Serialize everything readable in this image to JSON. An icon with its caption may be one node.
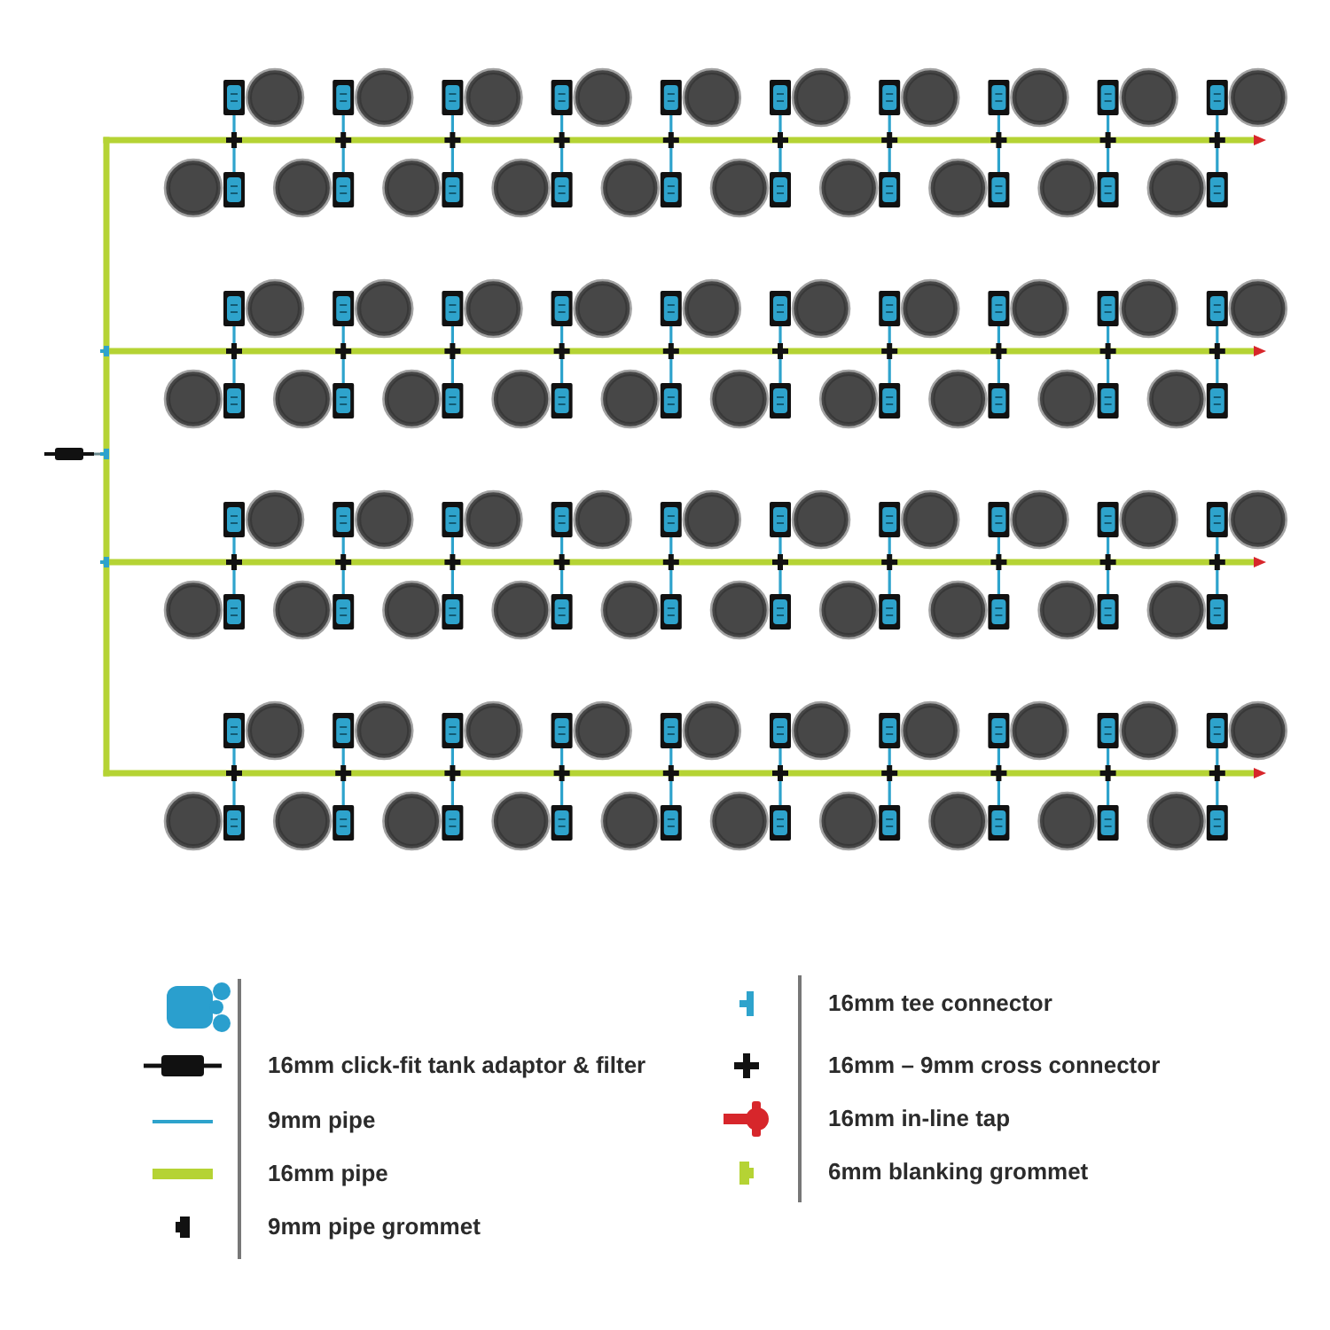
{
  "diagram": {
    "legend": [
      {
        "text": "16mm click-fit tank adaptor & filter"
      },
      {
        "text": "9mm pipe"
      },
      {
        "text": "16mm pipe"
      },
      {
        "text": "9mm pipe grommet"
      },
      {
        "text": "16mm tee connector"
      },
      {
        "text": "16mm – 9mm cross connector"
      },
      {
        "text": "16mm in-line tap"
      },
      {
        "text": "6mm blanking grommet"
      }
    ]
  }
}
